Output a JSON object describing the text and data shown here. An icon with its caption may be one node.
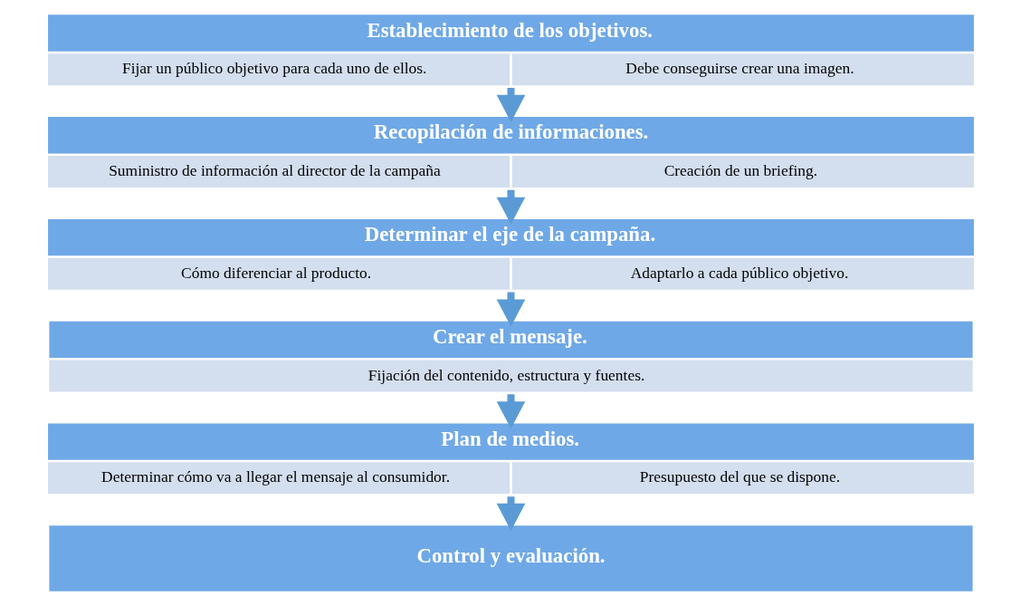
{
  "diagram": {
    "nodes": [
      {
        "text": [
          "Establecimiento de los objetivos.",
          "Fijar un público objetivo para cada uno de ellos.",
          "Debe conseguirse crear una imagen."
        ]
      },
      {
        "text": [
          "Recopilación de informaciones.",
          "Suministro de información al director de la campaña",
          "Creación de un briefing."
        ]
      },
      {
        "text": [
          "Determinar el eje de la campaña.",
          "Cómo diferenciar al producto.",
          "Adaptarlo a cada público objetivo."
        ]
      },
      {
        "text": [
          "Crear el mensaje.",
          "Fijación del contenido, estructura y fuentes."
        ]
      },
      {
        "text": [
          "Plan de medios.",
          "Determinar cómo va a llegar el mensaje al consumidor.",
          "Presupuesto del que se dispone."
        ]
      },
      {
        "text": [
          "Control y evaluación."
        ]
      }
    ],
    "edges": [
      {
        "from": 0,
        "to": 1,
        "arrow": "to"
      },
      {
        "from": 1,
        "to": 2,
        "arrow": "to"
      },
      {
        "from": 2,
        "to": 3,
        "arrow": "to"
      },
      {
        "from": 3,
        "to": 4,
        "arrow": "to"
      },
      {
        "from": 4,
        "to": 5,
        "arrow": "to"
      }
    ]
  }
}
